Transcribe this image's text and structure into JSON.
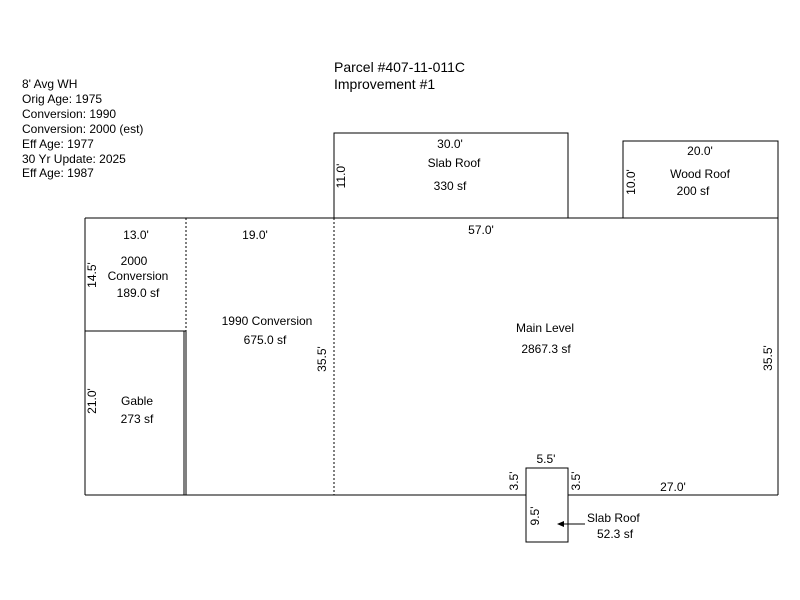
{
  "parcel": {
    "title": "Parcel #407-11-011C",
    "improvement": "Improvement #1"
  },
  "info": {
    "lines": [
      "8' Avg WH",
      "Orig Age: 1975",
      "Conversion: 1990",
      "Conversion: 2000 (est)",
      "Eff Age: 1977",
      "30 Yr Update: 2025",
      "Eff Age: 1987"
    ]
  },
  "areas": {
    "slab_roof_top": {
      "name": "Slab Roof",
      "area": "330 sf",
      "width": "30.0'",
      "height": "11.0'"
    },
    "wood_roof": {
      "name": "Wood Roof",
      "area": "200 sf",
      "width": "20.0'",
      "height": "10.0'"
    },
    "conversion_2000": {
      "name_line1": "2000",
      "name_line2": "Conversion",
      "area": "189.0 sf",
      "width": "13.0'",
      "height": "14.5'"
    },
    "gable": {
      "name": "Gable",
      "area": "273 sf",
      "height": "21.0'"
    },
    "conversion_1990": {
      "name": "1990 Conversion",
      "area": "675.0 sf",
      "width": "19.0'",
      "height": "35.5'"
    },
    "main_level": {
      "name": "Main Level",
      "area": "2867.3 sf",
      "width": "57.0'",
      "height": "35.5'",
      "bottom_width": "27.0'"
    },
    "slab_roof_bottom": {
      "name": "Slab Roof",
      "area": "52.3 sf",
      "width": "5.5'",
      "side_left": "3.5'",
      "side_right": "3.5'",
      "height": "9.5'"
    }
  }
}
